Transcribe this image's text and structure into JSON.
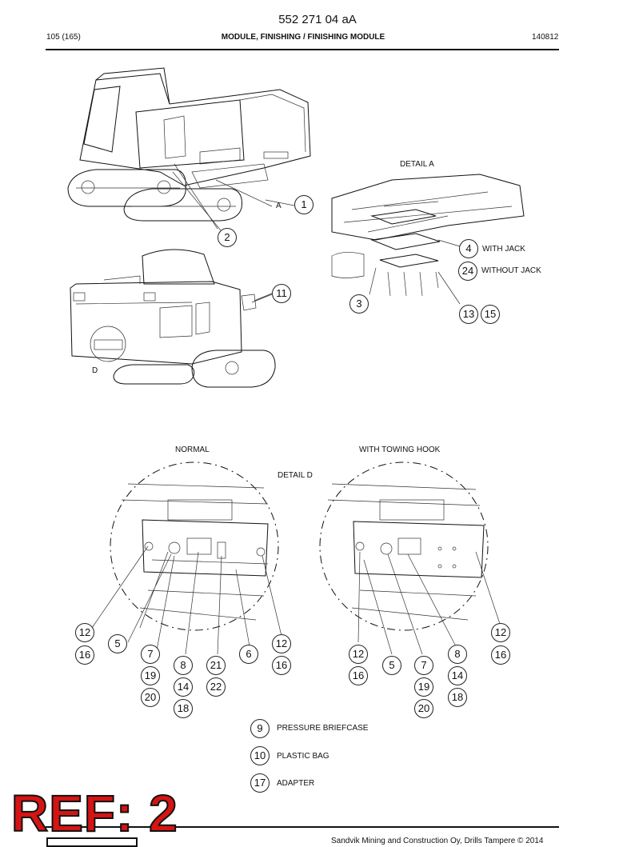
{
  "header": {
    "doc_number": "552 271 04 aA",
    "page": "105 (165)",
    "title": "MODULE, FINISHING / FINISHING MODULE",
    "code": "140812"
  },
  "labels": {
    "detail_a": "DETAIL A",
    "a": "A",
    "d": "D",
    "normal": "NORMAL",
    "with_towing_hook": "WITH TOWING HOOK",
    "detail_d": "DETAIL D",
    "with_jack": "WITH JACK",
    "without_jack": "WITHOUT JACK"
  },
  "callouts": {
    "top": [
      "1",
      "2",
      "11",
      "4",
      "24",
      "3",
      "13",
      "15"
    ],
    "normal": [
      "12",
      "16",
      "5",
      "7",
      "19",
      "20",
      "8",
      "14",
      "18",
      "21",
      "22",
      "6",
      "12",
      "16"
    ],
    "towing": [
      "12",
      "16",
      "5",
      "7",
      "19",
      "20",
      "8",
      "14",
      "18",
      "12",
      "16"
    ]
  },
  "legend": [
    {
      "num": "9",
      "text": "PRESSURE BRIEFCASE"
    },
    {
      "num": "10",
      "text": "PLASTIC BAG"
    },
    {
      "num": "17",
      "text": "ADAPTER"
    }
  ],
  "stamp": "REF: 2",
  "footer": "Sandvik Mining and Construction Oy, Drills Tampere © 2014"
}
